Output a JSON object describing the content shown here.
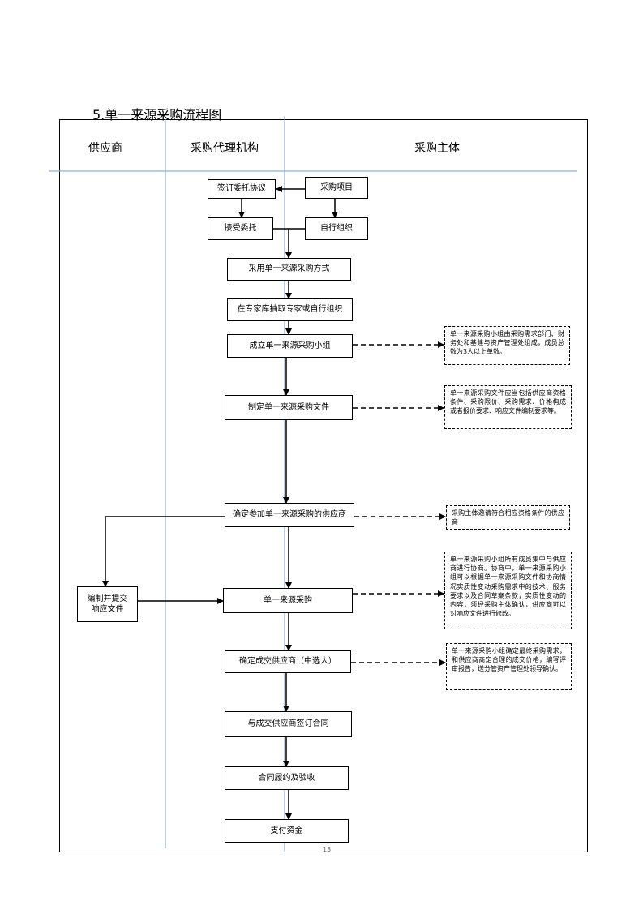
{
  "page": {
    "title": "5.单一来源采购流程图",
    "page_number": "13"
  },
  "lanes": {
    "supplier": "供应商",
    "agency": "采购代理机构",
    "purchaser": "采购主体"
  },
  "steps": {
    "sign_agreement": "签订委托协议",
    "procurement_project": "采购项目",
    "accept_commission": "接受委托",
    "self_organize": "自行组织",
    "adopt_method": "采用单一来源采购方式",
    "draw_experts": "在专家库抽取专家或自行组织",
    "form_group": "成立单一来源采购小组",
    "prepare_docs": "制定单一来源采购文件",
    "determine_supplier": "确定参加单一来源采购的供应商",
    "prepare_response": "编制并提交\n响应文件",
    "single_source": "单一来源采购",
    "confirm_winner": "确定成交供应商（中选人）",
    "sign_contract": "与成交供应商签订合同",
    "performance": "合同履约及验收",
    "payment": "支付资金"
  },
  "notes": {
    "group_note": "单一来源采购小组由采购需求部门、财务处和基建与资产管理处组成，成员总数为3人以上单数。",
    "docs_note": "单一来源采购文件应当包括供应商资格条件、采购限价、采购需求、价格构成或者报价要求、响应文件编制要求等。",
    "invite_note": "采购主体邀请符合相应资格条件的供应商",
    "negotiation_note": "单一来源采购小组所有成员集中与供应商进行协商。协商中，单一来源采购小组可以根据单一来源采购文件和协商情况实质性变动采购需求中的技术、服务要求以及合同草案条款，实质性变动的内容，须经采购主体确认，供应商可以对响应文件进行修改。",
    "winner_note": "单一来源采购小组确定最终采购需求，和供应商商定合理的成交价格，编写评审报告，送分管资产管理处领导确认。"
  }
}
